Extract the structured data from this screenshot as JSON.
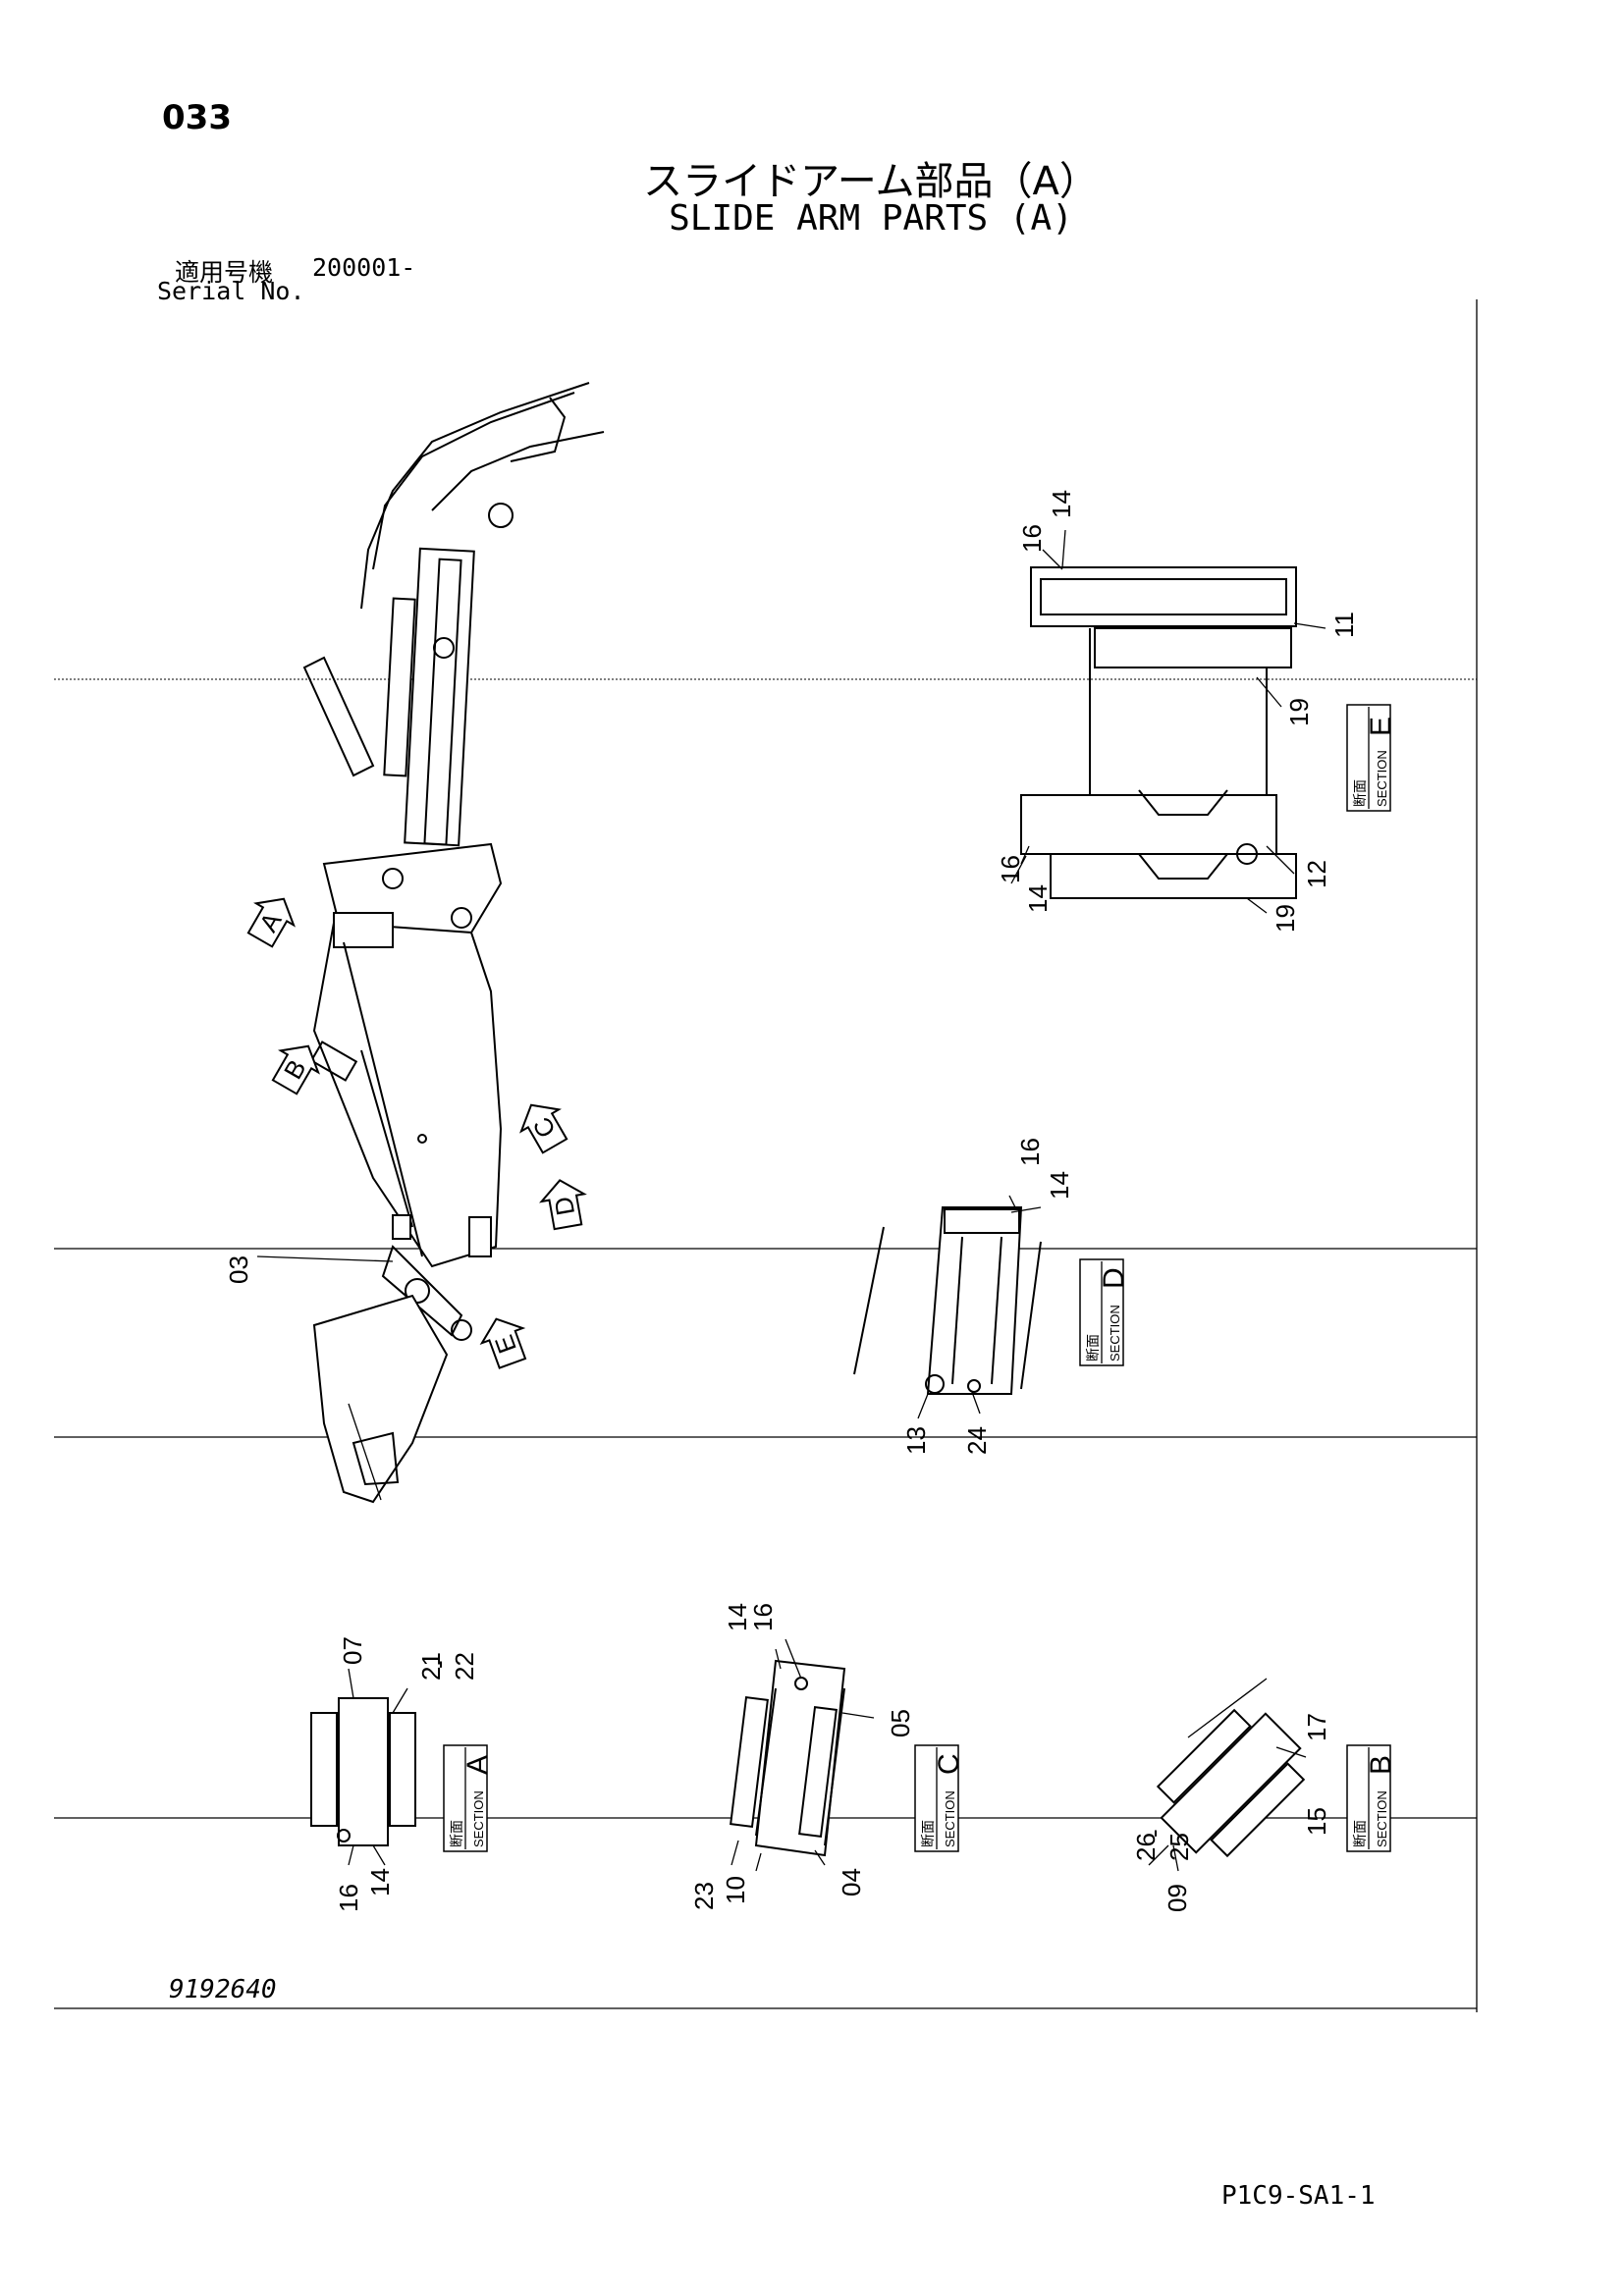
{
  "page": {
    "number": "033",
    "title_ja": "スライドアーム部品（A）",
    "title_en": "SLIDE ARM PARTS (A)",
    "serial_label_ja": "適用号機",
    "serial_range": "200001-",
    "serial_label_en": "Serial No.",
    "drawing_number": "9192640",
    "page_code": "P1C9-SA1-1"
  },
  "view_markers": [
    "A",
    "B",
    "C",
    "D",
    "E"
  ],
  "callouts": {
    "main": [
      "03"
    ],
    "section_e": [
      "14",
      "16",
      "11",
      "19",
      "16",
      "14",
      "12",
      "19"
    ],
    "section_d": [
      "16",
      "14",
      "13",
      "24"
    ],
    "section_a": [
      "07",
      "21",
      "-",
      "22",
      "16",
      "14"
    ],
    "section_c": [
      "14",
      "16",
      "05",
      "23",
      "10",
      "04"
    ],
    "section_b": [
      "17",
      "15",
      "26",
      "-",
      "25",
      "09"
    ]
  },
  "sections": {
    "kanji": "断面",
    "word": "SECTION",
    "letters": {
      "e": "E",
      "d": "D",
      "a": "A",
      "c": "C",
      "b": "B"
    }
  }
}
